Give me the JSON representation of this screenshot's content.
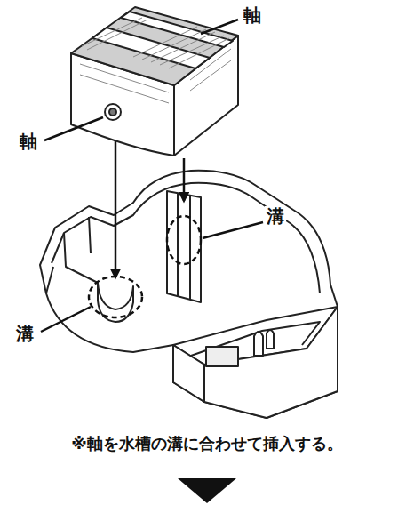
{
  "diagram": {
    "caption": "※軸を水槽の溝に合わせて挿入する。",
    "labels": [
      "軸",
      "軸",
      "溝",
      "溝"
    ]
  }
}
